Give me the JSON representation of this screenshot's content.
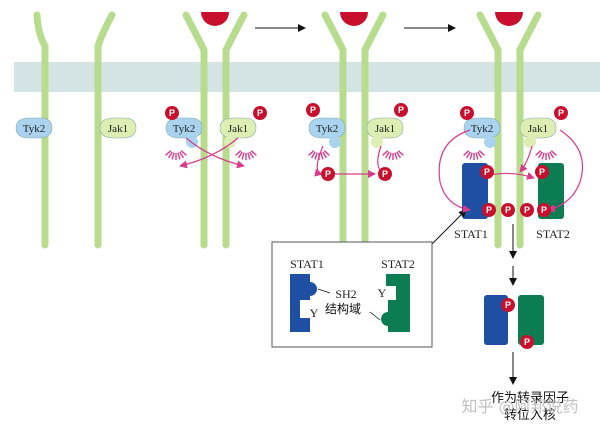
{
  "colors": {
    "membrane": "#d4e3e4",
    "receptor_fill": "#b8dc8e",
    "receptor_stroke": "#7db94a",
    "ligand": "#c8102e",
    "tyk2_fill": "#a9d3ef",
    "jak1_fill": "#ddeeb3",
    "phospho": "#c8102e",
    "stat1": "#1f4fa3",
    "stat2": "#0c7c52",
    "arrow_magenta": "#d93a8c"
  },
  "icons": [
    "ligand-icon",
    "phosphate-icon",
    "arrow-icon"
  ],
  "labels": {
    "tyk2": "Tyk2",
    "jak1": "Jak1",
    "p": "P",
    "y": "Y",
    "stat1": "STAT1",
    "stat2": "STAT2",
    "sh2": "SH2",
    "domain": "结构域",
    "caption_line1": "作为转录因子",
    "caption_line2": "转位入核"
  },
  "watermark": "知乎 @阿邦说药"
}
